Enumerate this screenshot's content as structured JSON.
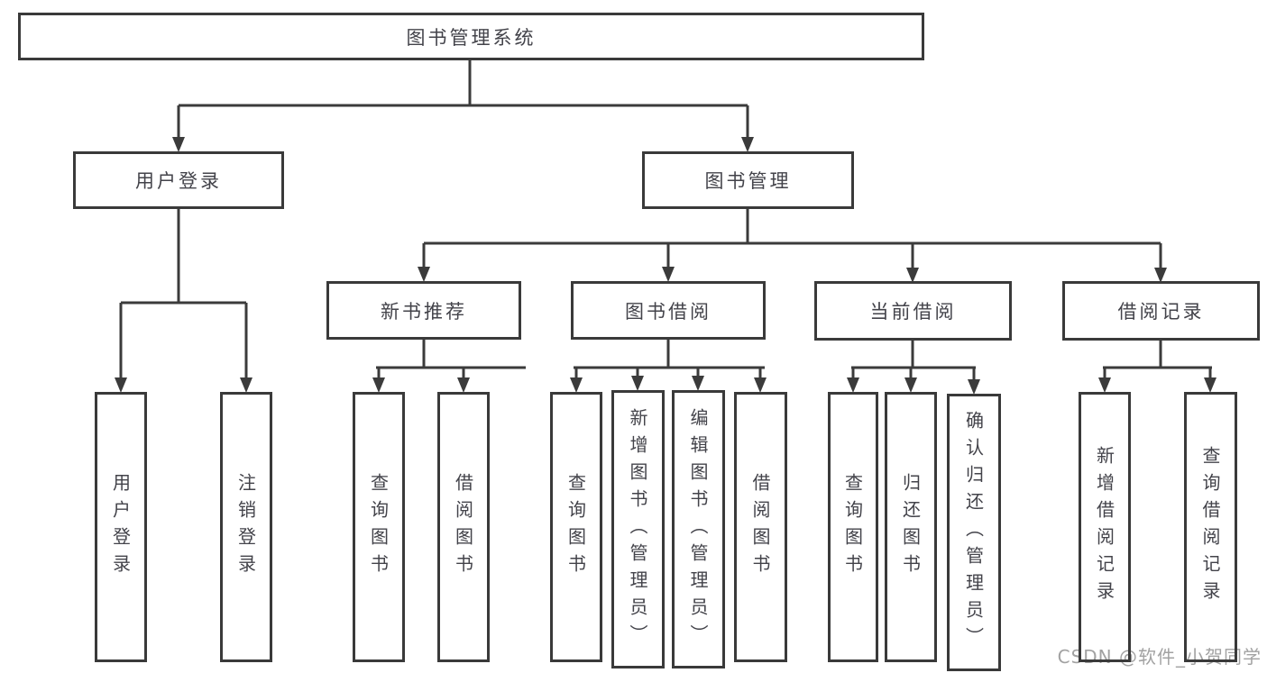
{
  "tree": {
    "root": {
      "label": "图书管理系统",
      "children": [
        {
          "label": "用户登录",
          "children": [
            {
              "label": "用户登录"
            },
            {
              "label": "注销登录"
            }
          ]
        },
        {
          "label": "图书管理",
          "children": [
            {
              "label": "新书推荐",
              "children": [
                {
                  "label": "查询图书"
                },
                {
                  "label": "借阅图书"
                }
              ]
            },
            {
              "label": "图书借阅",
              "children": [
                {
                  "label": "查询图书"
                },
                {
                  "label": "新增图书（管理员）"
                },
                {
                  "label": "编辑图书（管理员）"
                },
                {
                  "label": "借阅图书"
                }
              ]
            },
            {
              "label": "当前借阅",
              "children": [
                {
                  "label": "查询图书"
                },
                {
                  "label": "归还图书"
                },
                {
                  "label": "确认归还（管理员）"
                }
              ]
            },
            {
              "label": "借阅记录",
              "children": [
                {
                  "label": "新增借阅记录"
                },
                {
                  "label": "查询借阅记录"
                }
              ]
            }
          ]
        }
      ]
    }
  },
  "watermark": {
    "text": "CSDN @软件_小贺同学"
  },
  "colors": {
    "line": "#3b3b3b",
    "border": "#3a3a3a",
    "text": "#43434a",
    "watermark": "#a2a2a2",
    "background": "#ffffff"
  }
}
